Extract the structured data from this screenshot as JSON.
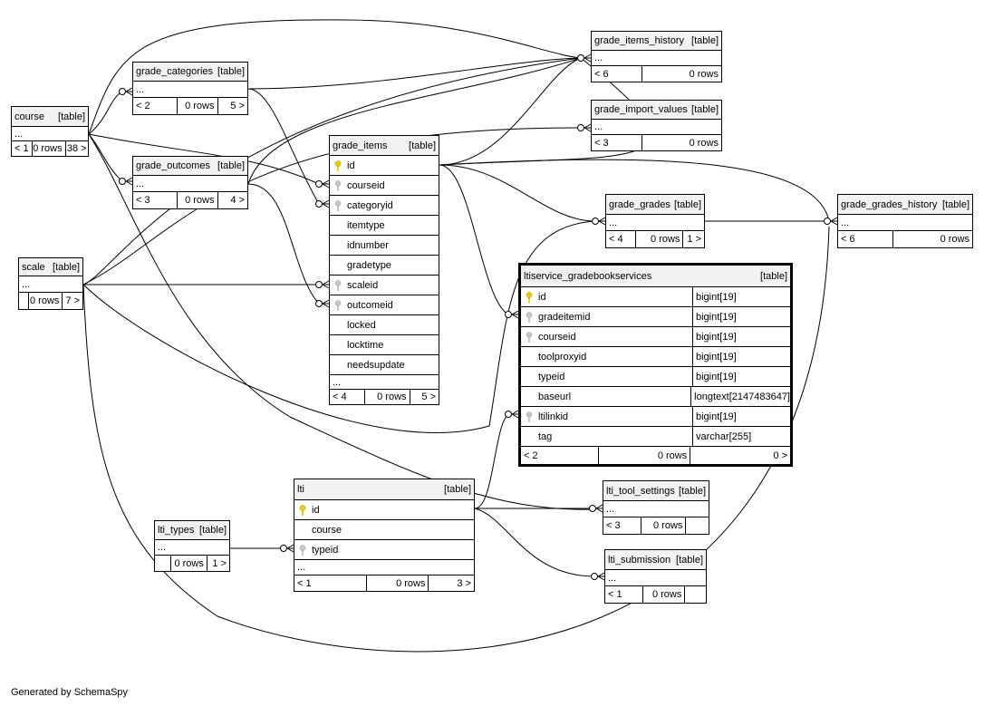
{
  "footer": {
    "generated_by": "Generated by SchemaSpy"
  },
  "colors": {
    "primary_key_icon": "#f0d000",
    "foreign_key_icon": "#c8c8c8",
    "header_bg": "#f2f2f2"
  },
  "icons": {
    "primary_key": "key-icon",
    "foreign_key": "key-icon"
  },
  "tables": {
    "course": {
      "name": "course",
      "tag": "[table]",
      "ellipsis": "...",
      "parents": "< 1",
      "rows": "0 rows",
      "children": "38 >"
    },
    "grade_categories": {
      "name": "grade_categories",
      "tag": "[table]",
      "ellipsis": "...",
      "parents": "< 2",
      "rows": "0 rows",
      "children": "5 >"
    },
    "grade_outcomes": {
      "name": "grade_outcomes",
      "tag": "[table]",
      "ellipsis": "...",
      "parents": "< 3",
      "rows": "0 rows",
      "children": "4 >"
    },
    "scale": {
      "name": "scale",
      "tag": "[table]",
      "ellipsis": "...",
      "parents": "",
      "rows": "0 rows",
      "children": "7 >"
    },
    "grade_items": {
      "name": "grade_items",
      "tag": "[table]",
      "columns": [
        {
          "name": "id",
          "key": "primary"
        },
        {
          "name": "courseid",
          "key": "foreign"
        },
        {
          "name": "categoryid",
          "key": "foreign"
        },
        {
          "name": "itemtype",
          "key": "none"
        },
        {
          "name": "idnumber",
          "key": "none"
        },
        {
          "name": "gradetype",
          "key": "none"
        },
        {
          "name": "scaleid",
          "key": "foreign"
        },
        {
          "name": "outcomeid",
          "key": "foreign"
        },
        {
          "name": "locked",
          "key": "none"
        },
        {
          "name": "locktime",
          "key": "none"
        },
        {
          "name": "needsupdate",
          "key": "none"
        }
      ],
      "ellipsis": "...",
      "parents": "< 4",
      "rows": "0 rows",
      "children": "5 >"
    },
    "grade_items_history": {
      "name": "grade_items_history",
      "tag": "[table]",
      "ellipsis": "...",
      "parents": "< 6",
      "rows": "0 rows",
      "children": ""
    },
    "grade_import_values": {
      "name": "grade_import_values",
      "tag": "[table]",
      "ellipsis": "...",
      "parents": "< 3",
      "rows": "0 rows",
      "children": ""
    },
    "grade_grades": {
      "name": "grade_grades",
      "tag": "[table]",
      "ellipsis": "...",
      "parents": "< 4",
      "rows": "0 rows",
      "children": "1 >"
    },
    "grade_grades_history": {
      "name": "grade_grades_history",
      "tag": "[table]",
      "ellipsis": "...",
      "parents": "< 6",
      "rows": "0 rows",
      "children": ""
    },
    "ltiservice_gradebookservices": {
      "name": "ltiservice_gradebookservices",
      "tag": "[table]",
      "columns": [
        {
          "name": "id",
          "type": "bigint[19]",
          "key": "primary"
        },
        {
          "name": "gradeitemid",
          "type": "bigint[19]",
          "key": "foreign"
        },
        {
          "name": "courseid",
          "type": "bigint[19]",
          "key": "foreign"
        },
        {
          "name": "toolproxyid",
          "type": "bigint[19]",
          "key": "none"
        },
        {
          "name": "typeid",
          "type": "bigint[19]",
          "key": "none"
        },
        {
          "name": "baseurl",
          "type": "longtext[2147483647]",
          "key": "none"
        },
        {
          "name": "ltilinkid",
          "type": "bigint[19]",
          "key": "foreign"
        },
        {
          "name": "tag",
          "type": "varchar[255]",
          "key": "none"
        }
      ],
      "parents": "< 2",
      "rows": "0 rows",
      "children": "0 >"
    },
    "lti": {
      "name": "lti",
      "tag": "[table]",
      "columns": [
        {
          "name": "id",
          "key": "primary"
        },
        {
          "name": "course",
          "key": "none"
        },
        {
          "name": "typeid",
          "key": "foreign"
        }
      ],
      "ellipsis": "...",
      "parents": "< 1",
      "rows": "0 rows",
      "children": "3 >"
    },
    "lti_types": {
      "name": "lti_types",
      "tag": "[table]",
      "ellipsis": "...",
      "parents": "",
      "rows": "0 rows",
      "children": "1 >"
    },
    "lti_tool_settings": {
      "name": "lti_tool_settings",
      "tag": "[table]",
      "ellipsis": "...",
      "parents": "< 3",
      "rows": "0 rows",
      "children": ""
    },
    "lti_submission": {
      "name": "lti_submission",
      "tag": "[table]",
      "ellipsis": "...",
      "parents": "< 1",
      "rows": "0 rows",
      "children": ""
    }
  }
}
